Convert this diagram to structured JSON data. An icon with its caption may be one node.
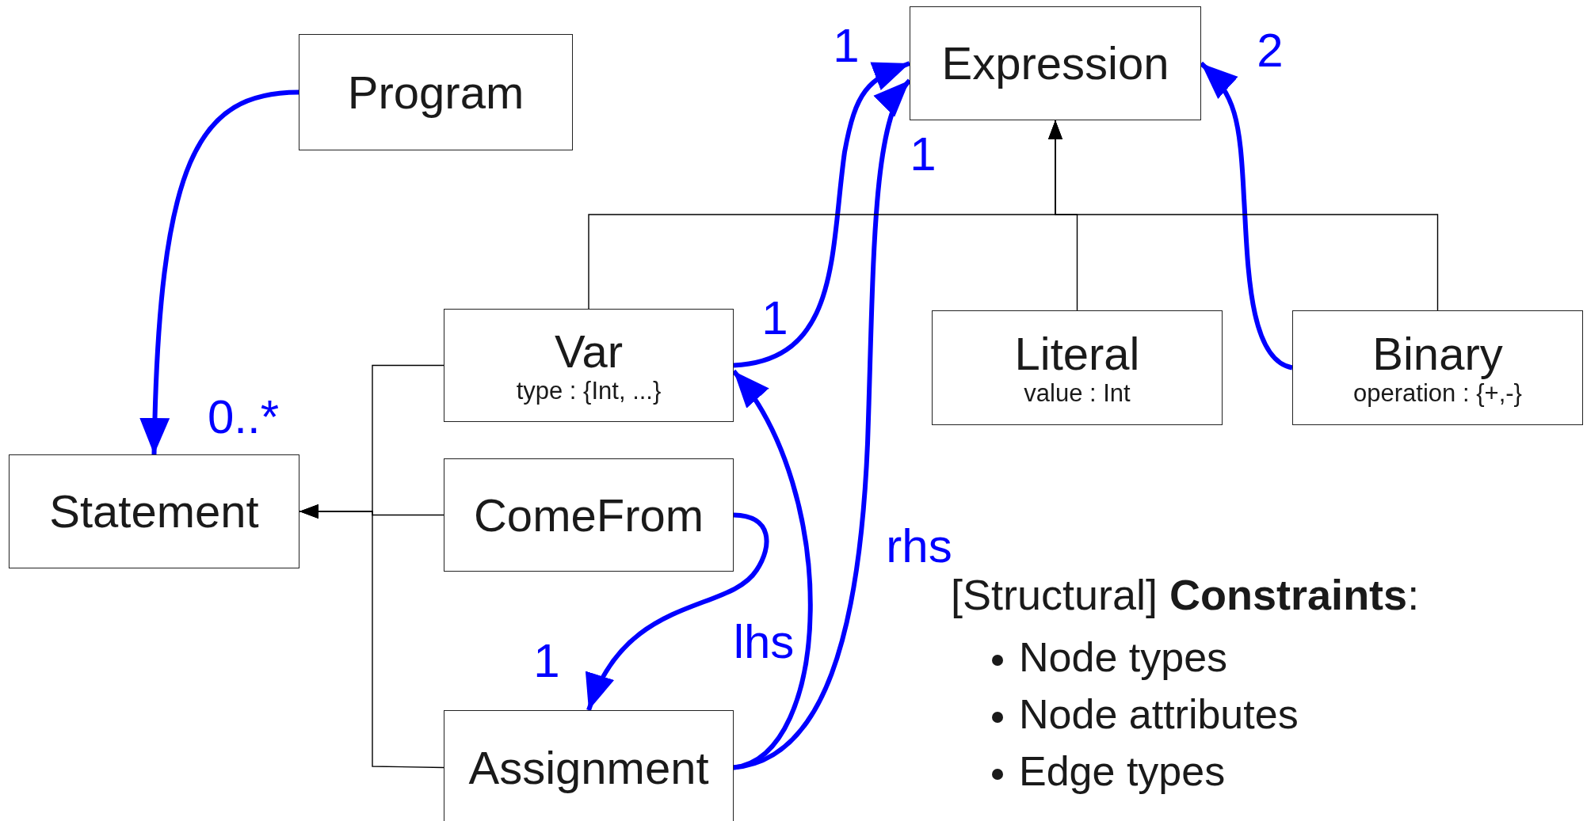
{
  "diagram": {
    "nodes": [
      {
        "text": [
          "Expression"
        ]
      },
      {
        "text": [
          "Program"
        ]
      },
      {
        "text": [
          "Var",
          "type : {Int, ...}"
        ]
      },
      {
        "text": [
          "Literal",
          "value : Int"
        ]
      },
      {
        "text": [
          "Binary",
          "operation : {+,-}"
        ]
      },
      {
        "text": [
          "Statement"
        ]
      },
      {
        "text": [
          "ComeFrom"
        ]
      },
      {
        "text": [
          "Assignment"
        ]
      }
    ],
    "edges": [
      {
        "from": 1,
        "to": 5,
        "arrow": "to",
        "label": "0..*",
        "style": "thick",
        "color": "#0000ff"
      },
      {
        "from": 2,
        "to": 0,
        "arrow": "to",
        "label": "1",
        "style": "thick",
        "color": "#0000ff"
      },
      {
        "from": 7,
        "to": 0,
        "arrow": "to",
        "label": "rhs",
        "style": "thick",
        "color": "#0000ff"
      },
      {
        "from": 7,
        "to": 2,
        "arrow": "to",
        "label": "lhs",
        "style": "thick",
        "color": "#0000ff"
      },
      {
        "from": 6,
        "to": 7,
        "arrow": "to",
        "label": "1",
        "style": "thick",
        "color": "#0000ff"
      },
      {
        "from": 4,
        "to": 0,
        "arrow": "to",
        "label": "2",
        "style": "thick",
        "color": "#0000ff"
      },
      {
        "from": 2,
        "to": 0,
        "arrow": "to",
        "color": "#000000"
      },
      {
        "from": 3,
        "to": 0,
        "arrow": "to",
        "color": "#000000"
      },
      {
        "from": 4,
        "to": 0,
        "arrow": "to",
        "color": "#000000"
      },
      {
        "from": 2,
        "to": 5,
        "arrow": "to",
        "color": "#000000"
      },
      {
        "from": 6,
        "to": 5,
        "arrow": "to",
        "color": "#000000"
      },
      {
        "from": 7,
        "to": 5,
        "arrow": "to",
        "color": "#000000"
      }
    ],
    "labels": [
      "1",
      "1",
      "[Structural] **Constraints**:",
      "Node types",
      "Node attributes",
      "Edge types"
    ]
  }
}
